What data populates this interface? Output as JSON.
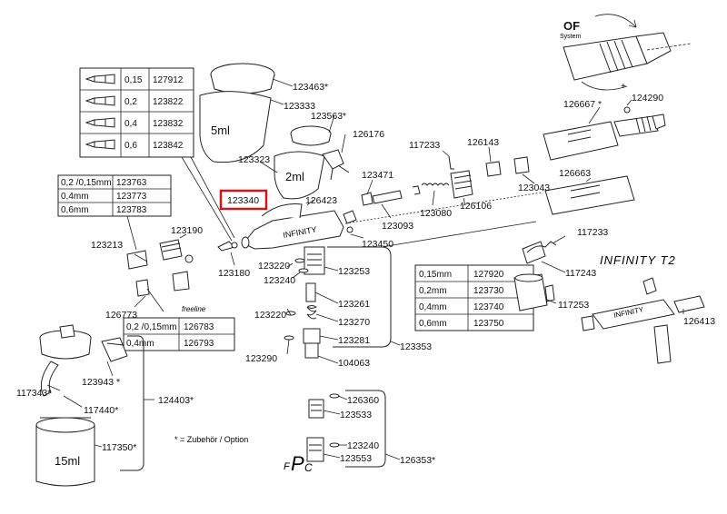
{
  "colors": {
    "line": "#222222",
    "highlight": "#d0161b",
    "background": "#ffffff"
  },
  "title_system": {
    "of": "OF",
    "system": "System"
  },
  "model_label": "INFINITY T2",
  "brand_text": "INFINITY",
  "freeline_text": "freeline",
  "fpc_label": {
    "f": "F",
    "p": "P",
    "c": "C"
  },
  "cup_labels": {
    "cup_5ml": "5ml",
    "cup_2ml": "2ml",
    "jar_15ml": "15ml"
  },
  "legend": "* = Zubehör / Option",
  "highlighted_part": "123340",
  "nozzle_table": [
    {
      "size": "0,15",
      "code": "127912"
    },
    {
      "size": "0,2",
      "code": "123822"
    },
    {
      "size": "0,4",
      "code": "123832"
    },
    {
      "size": "0,6",
      "code": "123842"
    }
  ],
  "needle_table_left": [
    {
      "size": "0,2 /0,15mm",
      "code": "123763"
    },
    {
      "size": "0,4mm",
      "code": "123773"
    },
    {
      "size": "0,6mm",
      "code": "123783"
    }
  ],
  "fine_table": [
    {
      "size": "0,2 /0,15mm",
      "code": "126783"
    },
    {
      "size": "0,4mm",
      "code": "126793"
    }
  ],
  "needle_table_right": [
    {
      "size": "0,15mm",
      "code": "127920"
    },
    {
      "size": "0,2mm",
      "code": "123730"
    },
    {
      "size": "0,4mm",
      "code": "123740"
    },
    {
      "size": "0,6mm",
      "code": "123750"
    }
  ],
  "parts": {
    "p123463": "123463*",
    "p123333": "123333",
    "p123563": "123563*",
    "p126176": "126176",
    "p123323": "123323",
    "p123340": "123340",
    "p126423": "126423",
    "p123471": "123471",
    "p117233a": "117233",
    "p126143": "126143",
    "p126667": "126667 *",
    "p124290": "124290",
    "p126663": "126663",
    "p123043": "123043",
    "p126106": "126106",
    "p123080": "123080",
    "p123093": "123093",
    "p123450": "123450",
    "p117233b": "117233",
    "p117243": "117243",
    "p117253": "117253",
    "p126413": "126413",
    "p123213": "123213",
    "p123190": "123190",
    "p123180": "123180",
    "p123220a": "123220",
    "p123240a": "123240",
    "p123253": "123253",
    "p126773": "126773",
    "p123220b": "123220",
    "p123261": "123261",
    "p123270": "123270",
    "p123281": "123281",
    "p123290": "123290",
    "p104063": "104063",
    "p123353": "123353",
    "p117343": "117343*",
    "p123943": "123943 *",
    "p117440": "117440*",
    "p124403": "124403*",
    "p117350": "117350*",
    "p126360": "126360",
    "p123533": "123533",
    "p123240b": "123240",
    "p123553": "123553",
    "p126353": "126353*"
  }
}
